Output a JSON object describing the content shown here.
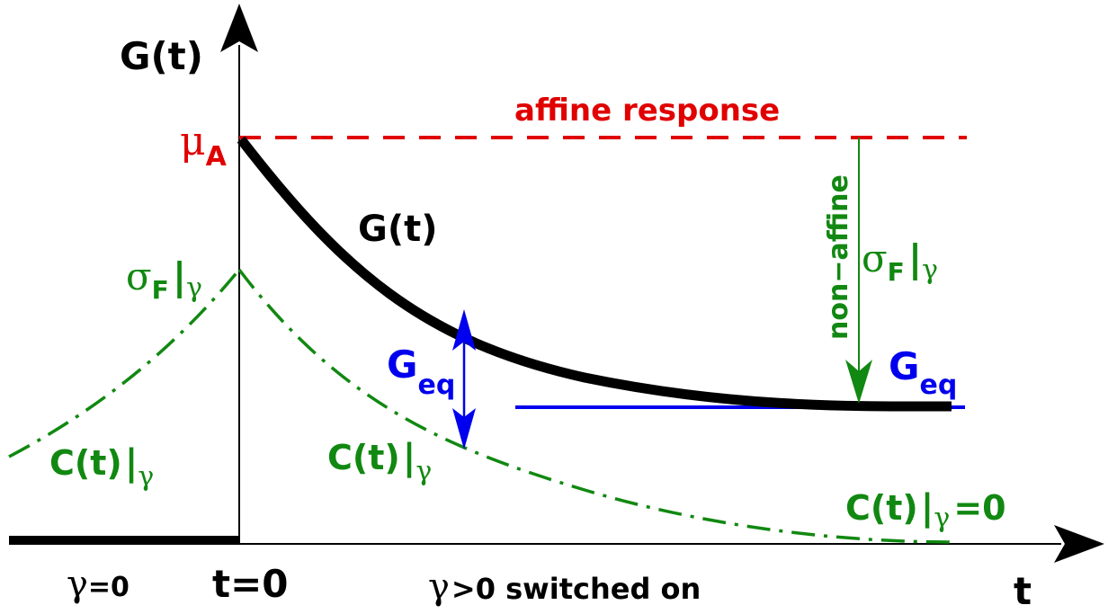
{
  "colors": {
    "black": "#000000",
    "red": "#e00000",
    "green": "#118811",
    "blue": "#0000ee"
  },
  "axes": {
    "y_label": "G(t)",
    "x_label": "t",
    "origin_label": "t=0"
  },
  "affine": {
    "label": "affine response",
    "mu_symbol": "μ",
    "mu_sub": "A"
  },
  "curve": {
    "label": "G(t)"
  },
  "sigma_left": {
    "symbol": "σ",
    "sub": "F",
    "bar": "|",
    "gamma": "γ"
  },
  "sigma_right": {
    "symbol": "σ",
    "sub": "F",
    "bar": "|",
    "gamma": "γ"
  },
  "non_affine": {
    "label": "non−affine"
  },
  "geq_left": {
    "main": "G",
    "sub": "eq"
  },
  "geq_right": {
    "main": "G",
    "sub": "eq"
  },
  "c_left": {
    "main": "C(t)",
    "bar": "|",
    "gamma": "γ"
  },
  "c_mid": {
    "main": "C(t)",
    "bar": "|",
    "gamma": "γ"
  },
  "c_zero": {
    "main": "C(t)",
    "bar": "|",
    "gamma": "γ",
    "tail": "=0"
  },
  "bottom": {
    "gamma_zero_symbol": "γ",
    "gamma_zero_tail": "=0",
    "switch_symbol": "γ",
    "switch_tail": ">0 switched on"
  }
}
